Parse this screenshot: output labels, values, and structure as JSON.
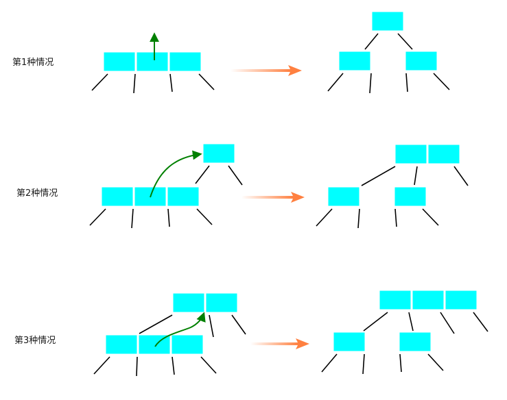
{
  "cases": [
    {
      "label": "第1种情况"
    },
    {
      "label": "第2种情况"
    },
    {
      "label": "第3种情况"
    }
  ],
  "colors": {
    "node_fill": "#00ffff",
    "edge": "#000000",
    "insert_arrow": "#008000",
    "transition_arrow_start": "#ffffff",
    "transition_arrow_end": "#ff8040",
    "text": "#1a1a1a"
  }
}
